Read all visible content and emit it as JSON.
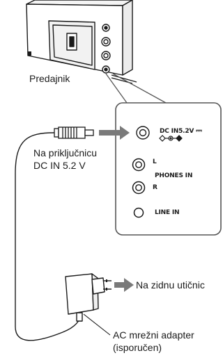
{
  "labels": {
    "transmitter": "Predajnik",
    "to_dc_in_line1": "Na priključnicu",
    "to_dc_in_line2": "DC IN 5.2 V",
    "to_wall_outlet": "Na zidnu utičnic",
    "adapter_line1": "AC mrežni adapter",
    "adapter_line2": "(isporučen)"
  },
  "panel": {
    "dc_in": "DC IN5.2V",
    "dc_symbol": "⎓",
    "left": "L",
    "phones_in": "PHONES IN",
    "right": "R",
    "line_in": "LINE IN"
  },
  "colors": {
    "line": "#1a1a1a",
    "arrow": "#7a7a7a",
    "panel_fill": "#ffffff",
    "callout_border": "#555555"
  }
}
